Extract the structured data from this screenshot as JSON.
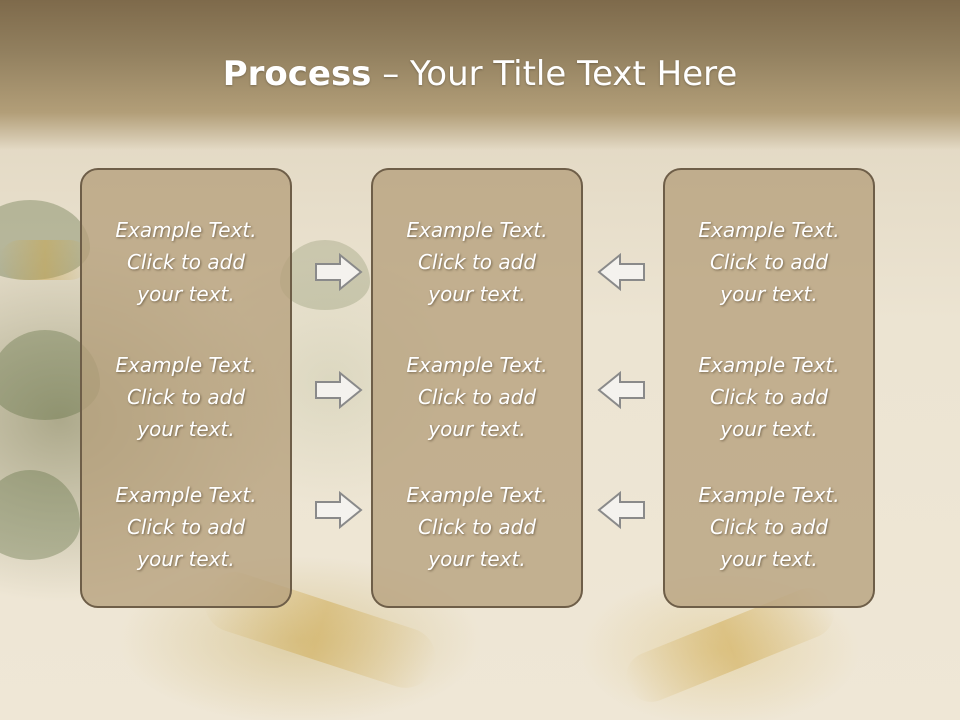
{
  "slide": {
    "title_bold": "Process",
    "title_rest": " – Your Title Text Here"
  },
  "columns": [
    {
      "items": [
        {
          "line1": "Example Text.",
          "line2": "Click  to add",
          "line3": "your text."
        },
        {
          "line1": "Example Text.",
          "line2": "Click  to add",
          "line3": "your text."
        },
        {
          "line1": "Example Text.",
          "line2": "Click  to add",
          "line3": "your text."
        }
      ]
    },
    {
      "items": [
        {
          "line1": "Example Text.",
          "line2": "Click  to add",
          "line3": "your text."
        },
        {
          "line1": "Example Text.",
          "line2": "Click  to add",
          "line3": "your text."
        },
        {
          "line1": "Example Text.",
          "line2": "Click  to add",
          "line3": "your text."
        }
      ]
    },
    {
      "items": [
        {
          "line1": "Example Text.",
          "line2": "Click  to add",
          "line3": "your text."
        },
        {
          "line1": "Example Text.",
          "line2": "Click  to add",
          "line3": "your text."
        },
        {
          "line1": "Example Text.",
          "line2": "Click  to add",
          "line3": "your text."
        }
      ]
    }
  ],
  "arrows": {
    "left_group": [
      "right-arrow-icon",
      "right-arrow-icon",
      "right-arrow-icon"
    ],
    "right_group": [
      "left-arrow-icon",
      "left-arrow-icon",
      "left-arrow-icon"
    ]
  },
  "colors": {
    "header": "#8a7655",
    "box_fill": "#b6a07c",
    "box_border": "#6e5e48",
    "arrow_fill": "#f4f2ee",
    "arrow_stroke": "#8a8a8a"
  }
}
